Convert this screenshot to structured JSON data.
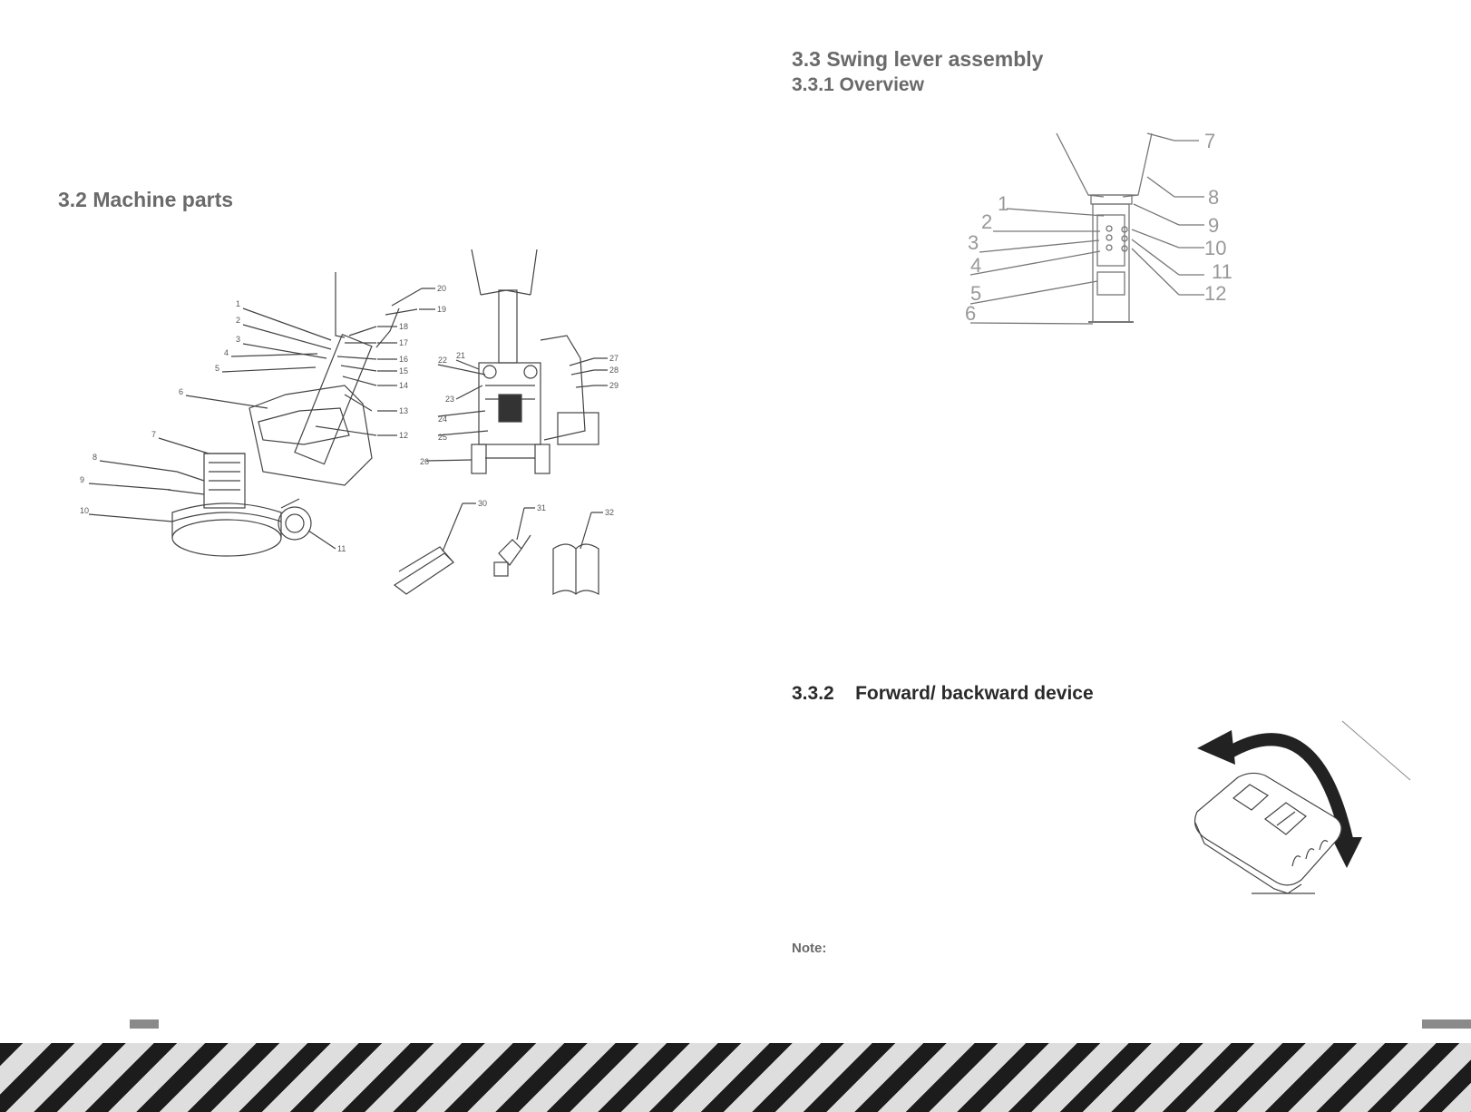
{
  "left_page": {
    "heading": "3.2 Machine parts",
    "callouts_main": [
      "1",
      "2",
      "3",
      "4",
      "5",
      "6",
      "7",
      "8",
      "9",
      "10",
      "11",
      "12",
      "13",
      "14",
      "15",
      "16",
      "17",
      "18",
      "19",
      "20"
    ],
    "callouts_rear": [
      "21",
      "22",
      "23",
      "24",
      "25",
      "26",
      "27",
      "28",
      "29"
    ],
    "callouts_accessories": [
      "30",
      "31",
      "32"
    ]
  },
  "right_page": {
    "heading": "3.3 Swing lever assembly",
    "subheading": "3.3.1 Overview",
    "lever_callouts": [
      "1",
      "2",
      "3",
      "4",
      "5",
      "6",
      "7",
      "8",
      "9",
      "10",
      "11",
      "12"
    ],
    "section_number": "3.3.2",
    "section_title": "Forward/ backward device",
    "note_label": "Note:"
  }
}
